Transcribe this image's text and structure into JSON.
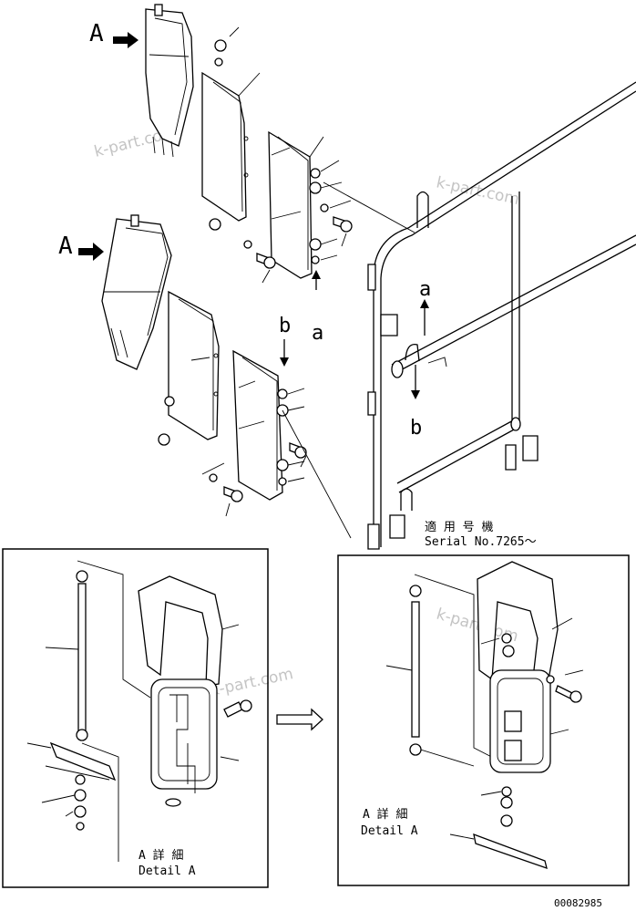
{
  "callouts": {
    "view_arrow_upper": "A",
    "view_arrow_lower": "A",
    "arrow_a_left": "a",
    "arrow_b_left": "b",
    "arrow_a_right": "a",
    "arrow_b_right": "b"
  },
  "serial_note": {
    "jp": "適 用 号 機",
    "en": "Serial No.7265～"
  },
  "detail_left": {
    "jp": "A 詳 細",
    "en": "Detail A"
  },
  "detail_right": {
    "jp": "A 詳 細",
    "en": "Detail A"
  },
  "watermark": "k-part.com",
  "drawing_number": "00082985"
}
